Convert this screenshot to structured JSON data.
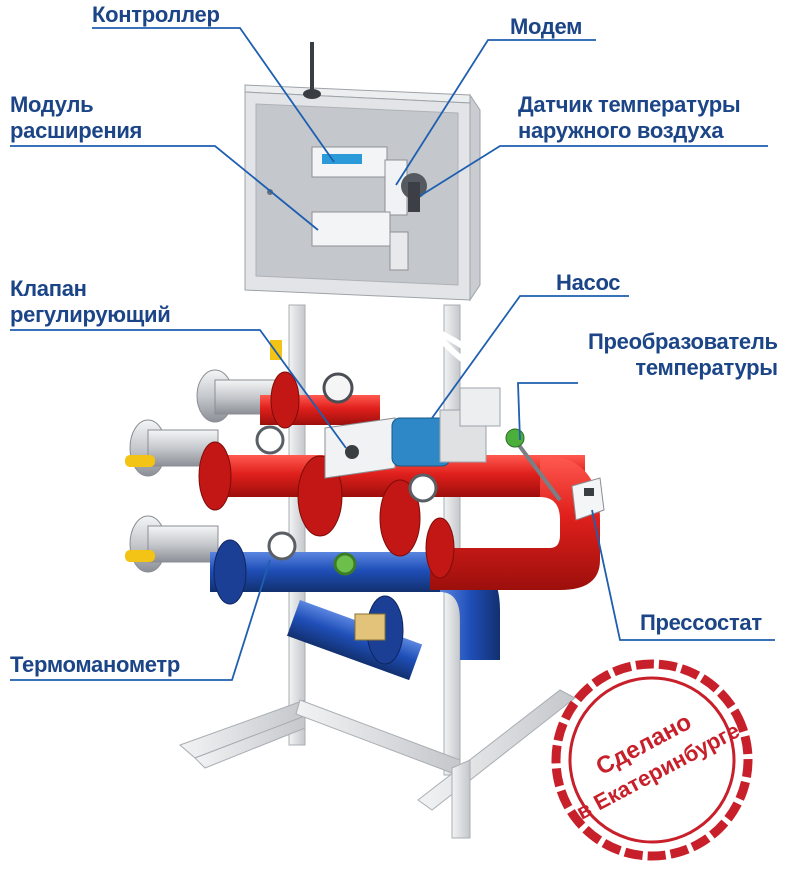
{
  "labels": {
    "controller": "Контроллер",
    "modem": "Модем",
    "expansion_module": [
      "Модуль",
      "расширения"
    ],
    "outdoor_temp_sensor": [
      "Датчик температуры",
      "наружного воздуха"
    ],
    "control_valve": [
      "Клапан",
      "регулирующий"
    ],
    "pump": "Насос",
    "temp_transducer": [
      "Преобразователь",
      "температуры"
    ],
    "pressure_switch": "Прессостат",
    "thermomanometer": "Термоманометр"
  },
  "stamp": [
    "Сделано",
    "в Екатеринбурге"
  ],
  "colors": {
    "label_text": "#1c4587",
    "leader_line": "#1f5fb0",
    "supply_pipe": "#e0201c",
    "return_pipe": "#1f4fb8",
    "stamp": "#c8202a",
    "frame": "#d9dadc"
  }
}
